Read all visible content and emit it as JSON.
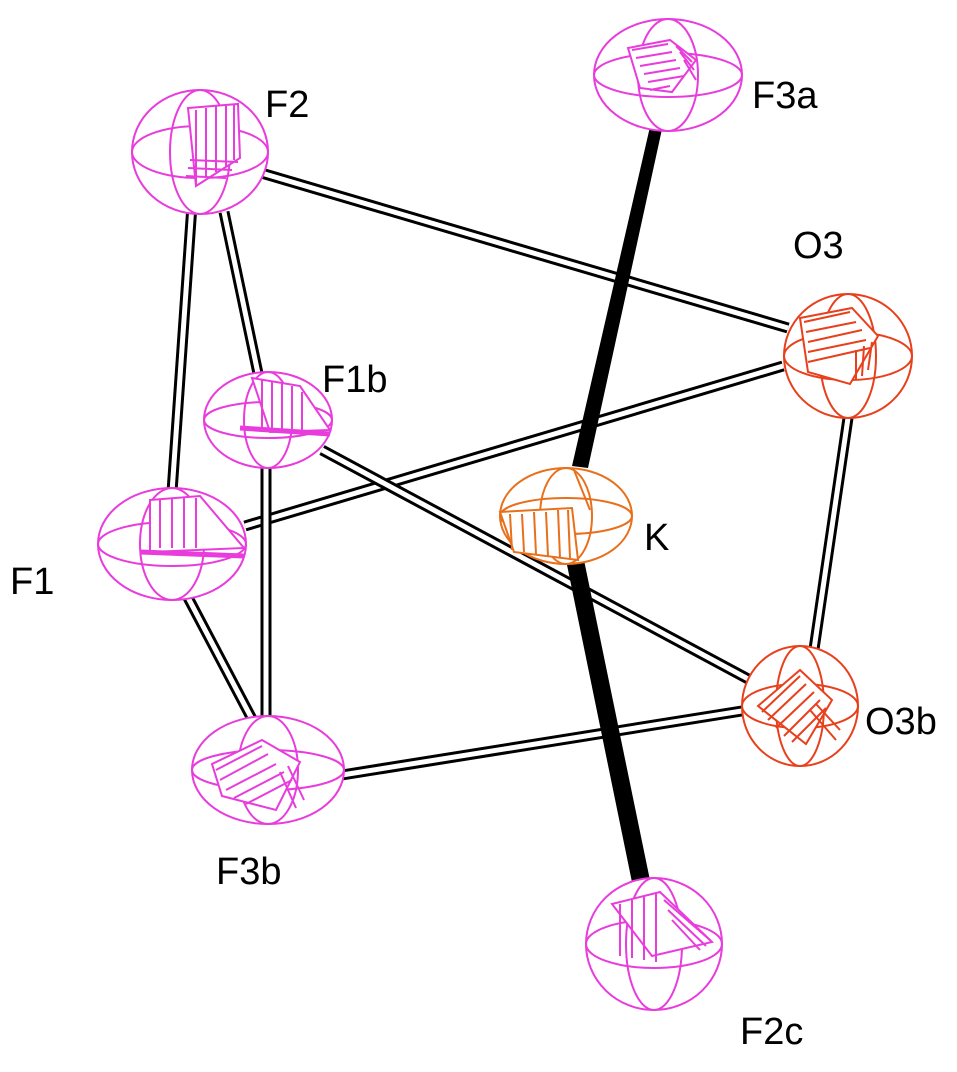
{
  "labels": {
    "F2": "F2",
    "F3a": "F3a",
    "O3": "O3",
    "F1b": "F1b",
    "F1": "F1",
    "K": "K",
    "O3b": "O3b",
    "F3b": "F3b",
    "F2c": "F2c"
  },
  "colors": {
    "fluorine": "#e83cdc",
    "oxygen": "#e8401c",
    "potassium": "#e8701c",
    "bond": "#000000"
  }
}
